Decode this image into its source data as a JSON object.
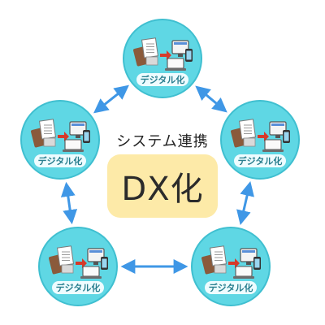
{
  "colors": {
    "background": "#ffffff",
    "node_fill": "#5fd7e4",
    "node_ring": "#3fbfd0",
    "node_label_bg": "#eefcff",
    "node_label_text": "#2a7f8f",
    "arrow": "#3f97e6",
    "center_box": "#fdeaa8",
    "caption_text": "#222222"
  },
  "center": {
    "caption": "システム連携",
    "title": "DX化"
  },
  "nodes": [
    {
      "id": "top",
      "label": "デジタル化",
      "icon": "paper-to-computer-icon"
    },
    {
      "id": "right",
      "label": "デジタル化",
      "icon": "paper-to-computer-icon"
    },
    {
      "id": "bottom-right",
      "label": "デジタル化",
      "icon": "paper-to-computer-icon"
    },
    {
      "id": "bottom-left",
      "label": "デジタル化",
      "icon": "paper-to-computer-icon"
    },
    {
      "id": "left",
      "label": "デジタル化",
      "icon": "paper-to-computer-icon"
    }
  ]
}
